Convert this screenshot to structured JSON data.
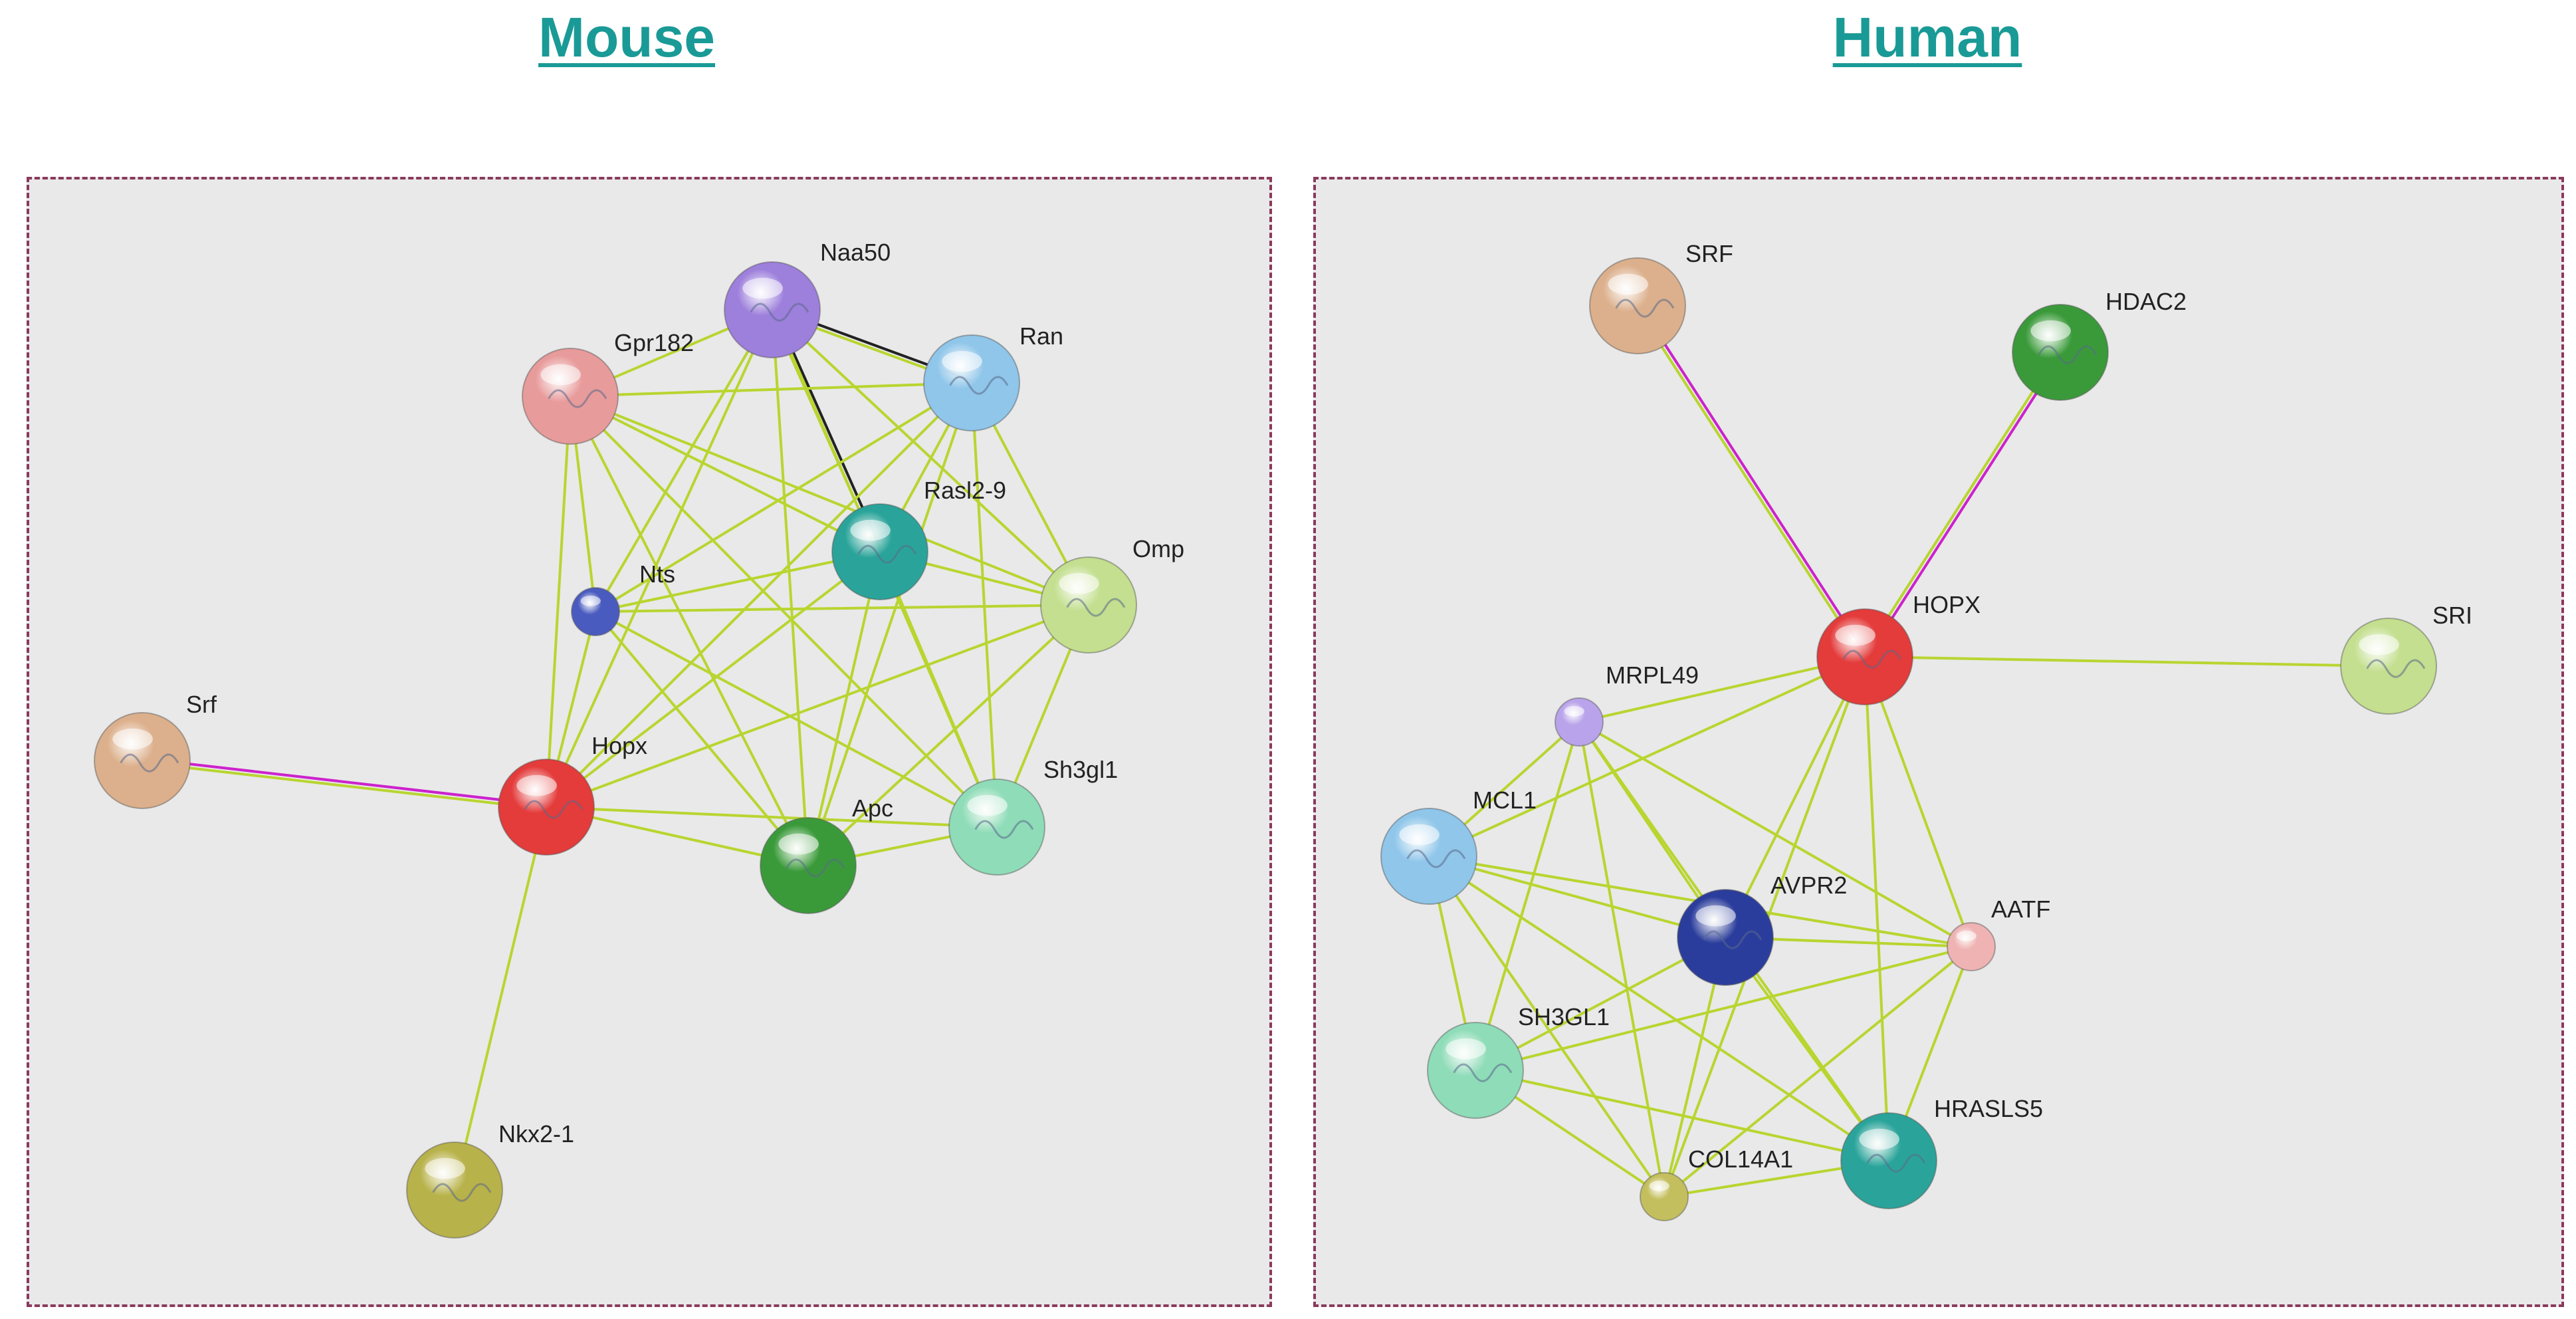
{
  "titles": {
    "mouse": "Mouse",
    "human": "Human"
  },
  "colors": {
    "title": "#1a9a96",
    "panel_border": "#8a3a5c",
    "panel_bg": "#e9e9e9",
    "edge_textmining": "#b8d530",
    "edge_experimental": "#cc22cc",
    "edge_coexpression": "#222222"
  },
  "networks": [
    {
      "species": "mouse",
      "nodes": [
        {
          "id": "Naa50",
          "label": "Naa50",
          "color": "#9d7fdc"
        },
        {
          "id": "Gpr182",
          "label": "Gpr182",
          "color": "#e89b9b"
        },
        {
          "id": "Ran",
          "label": "Ran",
          "color": "#8fc6ea"
        },
        {
          "id": "Rasl2-9",
          "label": "Rasl2-9",
          "color": "#2aa49a"
        },
        {
          "id": "Nts",
          "label": "Nts",
          "color": "#4a5bc0"
        },
        {
          "id": "Omp",
          "label": "Omp",
          "color": "#c3df8f"
        },
        {
          "id": "Srf",
          "label": "Srf",
          "color": "#dcb08c"
        },
        {
          "id": "Hopx",
          "label": "Hopx",
          "color": "#e43b3b"
        },
        {
          "id": "Apc",
          "label": "Apc",
          "color": "#3a9a3a"
        },
        {
          "id": "Sh3gl1",
          "label": "Sh3gl1",
          "color": "#8fdcb8"
        },
        {
          "id": "Nkx2-1",
          "label": "Nkx2-1",
          "color": "#b8b24a"
        }
      ],
      "edges": [
        {
          "source": "Srf",
          "target": "Hopx",
          "types": [
            "experimental",
            "textmining"
          ]
        },
        {
          "source": "Naa50",
          "target": "Rasl2-9",
          "types": [
            "coexpression",
            "textmining"
          ]
        },
        {
          "source": "Naa50",
          "target": "Ran",
          "types": [
            "coexpression",
            "textmining"
          ]
        },
        {
          "source": "Naa50",
          "target": "Gpr182",
          "types": [
            "textmining"
          ]
        },
        {
          "source": "Naa50",
          "target": "Nts",
          "types": [
            "textmining"
          ]
        },
        {
          "source": "Naa50",
          "target": "Hopx",
          "types": [
            "textmining"
          ]
        },
        {
          "source": "Naa50",
          "target": "Apc",
          "types": [
            "textmining"
          ]
        },
        {
          "source": "Naa50",
          "target": "Omp",
          "types": [
            "textmining"
          ]
        },
        {
          "source": "Naa50",
          "target": "Sh3gl1",
          "types": [
            "textmining"
          ]
        },
        {
          "source": "Gpr182",
          "target": "Ran",
          "types": [
            "textmining"
          ]
        },
        {
          "source": "Gpr182",
          "target": "Rasl2-9",
          "types": [
            "textmining"
          ]
        },
        {
          "source": "Gpr182",
          "target": "Nts",
          "types": [
            "textmining"
          ]
        },
        {
          "source": "Gpr182",
          "target": "Hopx",
          "types": [
            "textmining"
          ]
        },
        {
          "source": "Gpr182",
          "target": "Apc",
          "types": [
            "textmining"
          ]
        },
        {
          "source": "Gpr182",
          "target": "Omp",
          "types": [
            "textmining"
          ]
        },
        {
          "source": "Gpr182",
          "target": "Sh3gl1",
          "types": [
            "textmining"
          ]
        },
        {
          "source": "Ran",
          "target": "Rasl2-9",
          "types": [
            "textmining"
          ]
        },
        {
          "source": "Ran",
          "target": "Nts",
          "types": [
            "textmining"
          ]
        },
        {
          "source": "Ran",
          "target": "Omp",
          "types": [
            "textmining"
          ]
        },
        {
          "source": "Ran",
          "target": "Hopx",
          "types": [
            "textmining"
          ]
        },
        {
          "source": "Ran",
          "target": "Apc",
          "types": [
            "textmining"
          ]
        },
        {
          "source": "Ran",
          "target": "Sh3gl1",
          "types": [
            "textmining"
          ]
        },
        {
          "source": "Rasl2-9",
          "target": "Nts",
          "types": [
            "textmining"
          ]
        },
        {
          "source": "Rasl2-9",
          "target": "Omp",
          "types": [
            "textmining"
          ]
        },
        {
          "source": "Rasl2-9",
          "target": "Hopx",
          "types": [
            "textmining"
          ]
        },
        {
          "source": "Rasl2-9",
          "target": "Apc",
          "types": [
            "textmining"
          ]
        },
        {
          "source": "Rasl2-9",
          "target": "Sh3gl1",
          "types": [
            "textmining"
          ]
        },
        {
          "source": "Nts",
          "target": "Omp",
          "types": [
            "textmining"
          ]
        },
        {
          "source": "Nts",
          "target": "Hopx",
          "types": [
            "textmining"
          ]
        },
        {
          "source": "Nts",
          "target": "Apc",
          "types": [
            "textmining"
          ]
        },
        {
          "source": "Nts",
          "target": "Sh3gl1",
          "types": [
            "textmining"
          ]
        },
        {
          "source": "Omp",
          "target": "Hopx",
          "types": [
            "textmining"
          ]
        },
        {
          "source": "Omp",
          "target": "Apc",
          "types": [
            "textmining"
          ]
        },
        {
          "source": "Omp",
          "target": "Sh3gl1",
          "types": [
            "textmining"
          ]
        },
        {
          "source": "Hopx",
          "target": "Apc",
          "types": [
            "textmining"
          ]
        },
        {
          "source": "Hopx",
          "target": "Sh3gl1",
          "types": [
            "textmining"
          ]
        },
        {
          "source": "Apc",
          "target": "Sh3gl1",
          "types": [
            "textmining"
          ]
        },
        {
          "source": "Hopx",
          "target": "Nkx2-1",
          "types": [
            "textmining"
          ]
        }
      ]
    },
    {
      "species": "human",
      "nodes": [
        {
          "id": "SRF",
          "label": "SRF",
          "color": "#dcb08c"
        },
        {
          "id": "HDAC2",
          "label": "HDAC2",
          "color": "#3a9a3a"
        },
        {
          "id": "HOPX",
          "label": "HOPX",
          "color": "#e43b3b"
        },
        {
          "id": "SRI",
          "label": "SRI",
          "color": "#c3df8f"
        },
        {
          "id": "MRPL49",
          "label": "MRPL49",
          "color": "#b9a3ea"
        },
        {
          "id": "MCL1",
          "label": "MCL1",
          "color": "#8fc6ea"
        },
        {
          "id": "AVPR2",
          "label": "AVPR2",
          "color": "#2b3d9c"
        },
        {
          "id": "AATF",
          "label": "AATF",
          "color": "#efb3b3"
        },
        {
          "id": "SH3GL1",
          "label": "SH3GL1",
          "color": "#8fdcb8"
        },
        {
          "id": "HRASLS5",
          "label": "HRASLS5",
          "color": "#2aa49a"
        },
        {
          "id": "COL14A1",
          "label": "COL14A1",
          "color": "#c4bf5e"
        }
      ],
      "edges": [
        {
          "source": "SRF",
          "target": "HOPX",
          "types": [
            "experimental",
            "textmining"
          ]
        },
        {
          "source": "HDAC2",
          "target": "HOPX",
          "types": [
            "experimental",
            "textmining"
          ]
        },
        {
          "source": "HOPX",
          "target": "SRI",
          "types": [
            "textmining"
          ]
        },
        {
          "source": "HOPX",
          "target": "MRPL49",
          "types": [
            "textmining"
          ]
        },
        {
          "source": "HOPX",
          "target": "MCL1",
          "types": [
            "textmining"
          ]
        },
        {
          "source": "HOPX",
          "target": "AVPR2",
          "types": [
            "textmining"
          ]
        },
        {
          "source": "HOPX",
          "target": "AATF",
          "types": [
            "textmining"
          ]
        },
        {
          "source": "HOPX",
          "target": "HRASLS5",
          "types": [
            "textmining"
          ]
        },
        {
          "source": "HOPX",
          "target": "COL14A1",
          "types": [
            "textmining"
          ]
        },
        {
          "source": "MRPL49",
          "target": "MCL1",
          "types": [
            "textmining"
          ]
        },
        {
          "source": "MRPL49",
          "target": "AVPR2",
          "types": [
            "textmining"
          ]
        },
        {
          "source": "MRPL49",
          "target": "AATF",
          "types": [
            "textmining"
          ]
        },
        {
          "source": "MRPL49",
          "target": "SH3GL1",
          "types": [
            "textmining"
          ]
        },
        {
          "source": "MRPL49",
          "target": "HRASLS5",
          "types": [
            "textmining"
          ]
        },
        {
          "source": "MRPL49",
          "target": "COL14A1",
          "types": [
            "textmining"
          ]
        },
        {
          "source": "MCL1",
          "target": "AVPR2",
          "types": [
            "textmining"
          ]
        },
        {
          "source": "MCL1",
          "target": "AATF",
          "types": [
            "textmining"
          ]
        },
        {
          "source": "MCL1",
          "target": "SH3GL1",
          "types": [
            "textmining"
          ]
        },
        {
          "source": "MCL1",
          "target": "HRASLS5",
          "types": [
            "textmining"
          ]
        },
        {
          "source": "MCL1",
          "target": "COL14A1",
          "types": [
            "textmining"
          ]
        },
        {
          "source": "AVPR2",
          "target": "AATF",
          "types": [
            "textmining"
          ]
        },
        {
          "source": "AVPR2",
          "target": "SH3GL1",
          "types": [
            "textmining"
          ]
        },
        {
          "source": "AVPR2",
          "target": "HRASLS5",
          "types": [
            "textmining"
          ]
        },
        {
          "source": "AVPR2",
          "target": "COL14A1",
          "types": [
            "textmining"
          ]
        },
        {
          "source": "AATF",
          "target": "SH3GL1",
          "types": [
            "textmining"
          ]
        },
        {
          "source": "AATF",
          "target": "HRASLS5",
          "types": [
            "textmining"
          ]
        },
        {
          "source": "AATF",
          "target": "COL14A1",
          "types": [
            "textmining"
          ]
        },
        {
          "source": "SH3GL1",
          "target": "HRASLS5",
          "types": [
            "textmining"
          ]
        },
        {
          "source": "SH3GL1",
          "target": "COL14A1",
          "types": [
            "textmining"
          ]
        },
        {
          "source": "HRASLS5",
          "target": "COL14A1",
          "types": [
            "textmining"
          ]
        }
      ]
    }
  ]
}
